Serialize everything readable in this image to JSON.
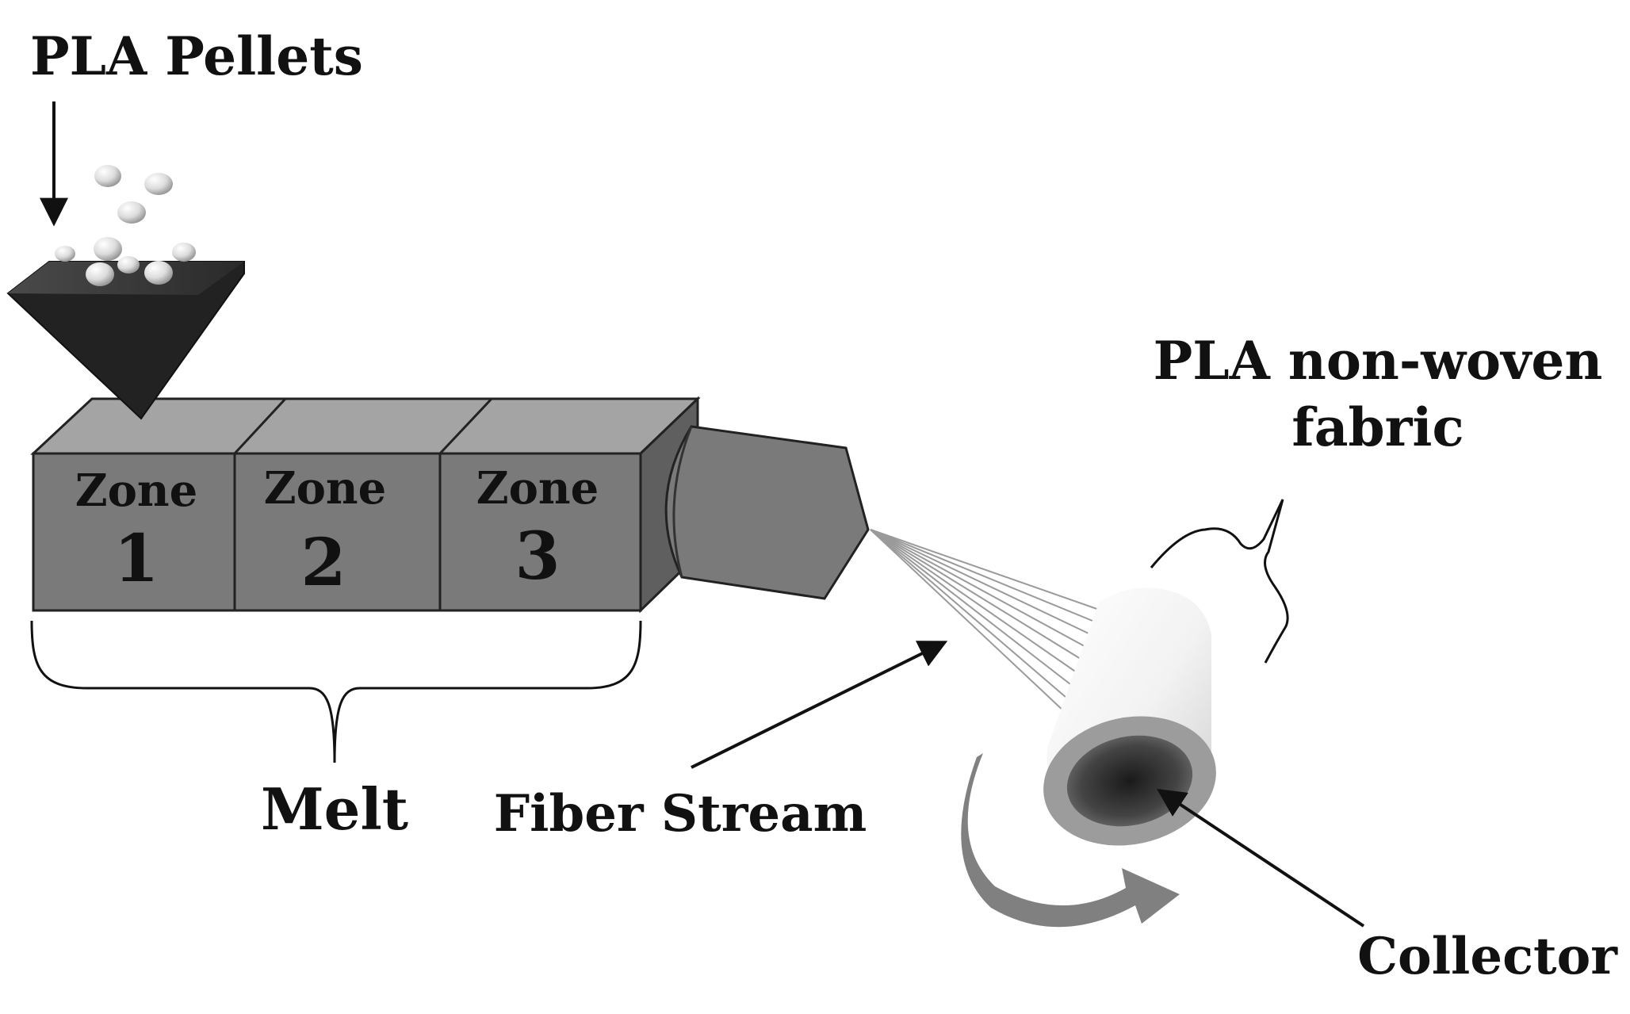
{
  "labels": {
    "pellets": "PLA Pellets",
    "fabric_line1": "PLA non-woven",
    "fabric_line2": "fabric",
    "melt": "Melt",
    "fiber_stream": "Fiber Stream",
    "collector": "Collector"
  },
  "zones": [
    {
      "word": "Zone",
      "number": "1"
    },
    {
      "word": "Zone",
      "number": "2"
    },
    {
      "word": "Zone",
      "number": "3"
    }
  ],
  "colors": {
    "barrel_front": "#7a7a7a",
    "barrel_top": "#a4a4a4",
    "barrel_side": "#5f5f5f",
    "hopper": "#222222",
    "rotation_arrow": "#808080",
    "ink": "#111111"
  }
}
